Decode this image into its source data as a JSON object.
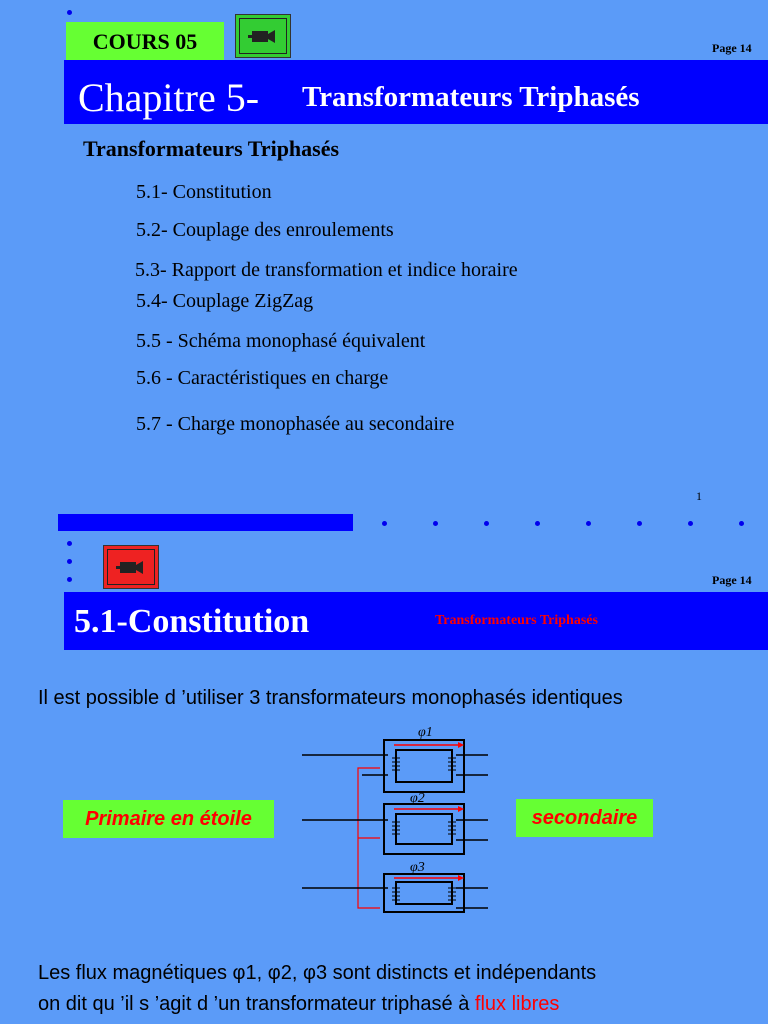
{
  "slide1": {
    "badge": "COURS 05",
    "page": "Page 14",
    "chapter": "Chapitre 5-",
    "chapter_subtitle": "Transformateurs Triphasés",
    "toc_heading": "Transformateurs Triphasés",
    "toc": [
      "5.1- Constitution",
      "5.2- Couplage des enroulements",
      "5.3- Rapport de transformation et indice horaire",
      "5.4- Couplage ZigZag",
      "5.5 -  Schéma monophasé équivalent",
      "5.6 - Caractéristiques en charge",
      "5.7 - Charge monophasée au secondaire"
    ],
    "slide_number": "1",
    "camera_icon": "video-camera-icon",
    "camera_color": "#33cc33"
  },
  "slide2": {
    "page": "Page 14",
    "title": "5.1-Constitution",
    "subtitle": "Transformateurs Triphasés",
    "intro": "Il est possible d ’utiliser 3 transformateurs monophasés identiques",
    "primary_label": "Primaire en étoile",
    "secondary_label": "secondaire",
    "flux_labels": [
      "φ1",
      "φ2",
      "φ3"
    ],
    "conclusion_line1": "Les flux magnétiques φ1, φ2, φ3 sont distincts et indépendants",
    "conclusion_line2_prefix": "on dit qu ’il s ’agit d ’un transformateur triphasé à ",
    "conclusion_line2_highlight": "flux libres",
    "camera_icon": "video-camera-icon",
    "camera_color": "#ee2222"
  },
  "colors": {
    "background": "#5b9bf8",
    "title_bar": "#0000ff",
    "badge_green": "#66ff33",
    "accent_red": "#ff0000"
  }
}
